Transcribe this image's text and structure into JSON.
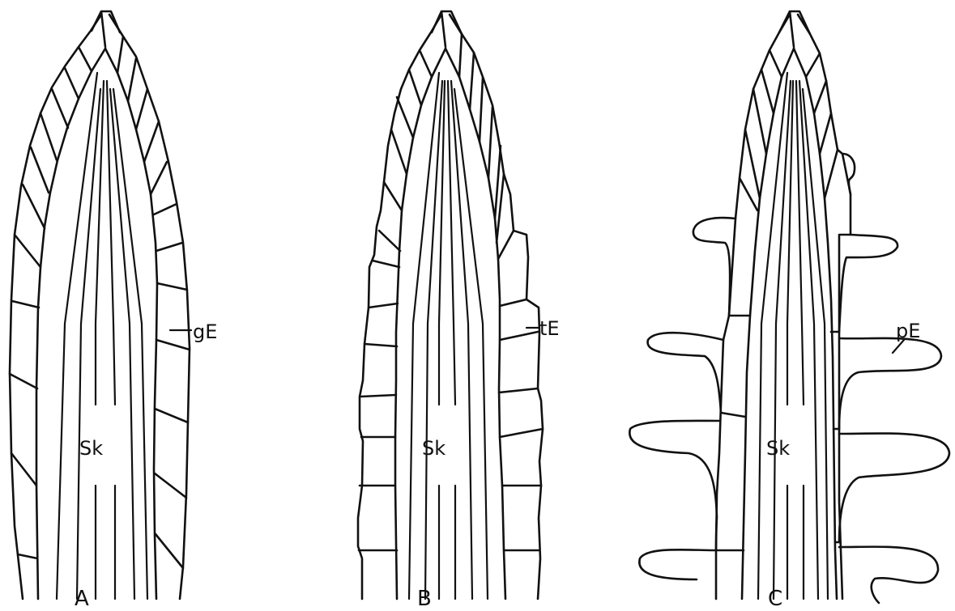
{
  "panels": [
    {
      "panel_label": "A",
      "core_label": "Sk",
      "callout_label": "gE"
    },
    {
      "panel_label": "B",
      "core_label": "Sk",
      "callout_label": "tE"
    },
    {
      "panel_label": "C",
      "core_label": "Sk",
      "callout_label": "pE"
    }
  ]
}
